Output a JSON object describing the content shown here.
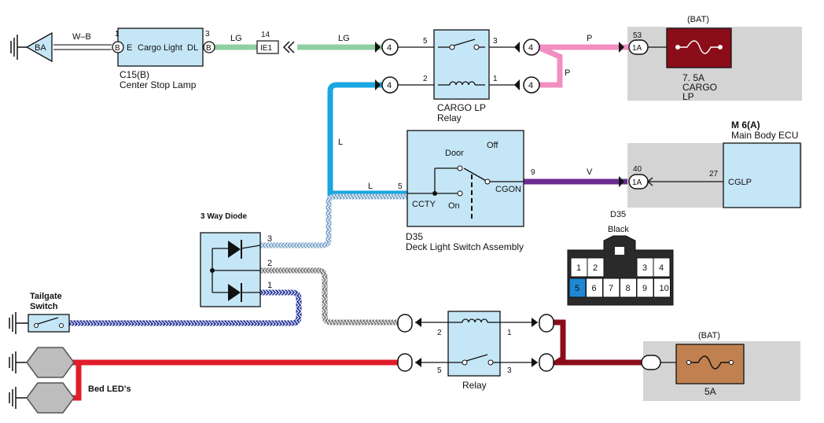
{
  "colors": {
    "wire_green": "#8fd0a0",
    "wire_pink": "#f28fc0",
    "wire_blue": "#1aa6e0",
    "wire_purple": "#6b2c91",
    "wire_red": "#e11d2a",
    "wire_darkred": "#8b0d1a",
    "wire_navy": "#2d3a9c",
    "wire_gray": "#8a8a8a",
    "component_fill": "#c5e6f6",
    "panel_gray": "#d4d4d4",
    "fuse_cargo": "#8b0d1a",
    "fuse_5a": "#c08050"
  },
  "ground": {
    "ba": "BA"
  },
  "lamp": {
    "title": "C15(B)",
    "subtitle": "Center Stop Lamp",
    "label_e": "E",
    "label_main": "Cargo Light",
    "label_dl": "DL",
    "pin1": "1",
    "pin3": "3",
    "conn_b": "B"
  },
  "wires": {
    "wb": "W–B",
    "lg1": "LG",
    "lg2": "LG",
    "p1": "P",
    "p2": "P",
    "l1": "L",
    "l2": "L",
    "v": "V"
  },
  "junction": {
    "pin": "14",
    "name": "IE1"
  },
  "connectors": {
    "four": "4",
    "onea": "1A"
  },
  "cargo_relay": {
    "name": "CARGO LP",
    "name2": "Relay",
    "pin5": "5",
    "pin3": "3",
    "pin2": "2",
    "pin1": "1"
  },
  "fuse_cargo": {
    "bat": "(BAT)",
    "pin": "53",
    "conn": "1A",
    "amps": "7. 5A",
    "name": "CARGO",
    "name2": "LP"
  },
  "ecu": {
    "title": "M 6(A)",
    "subtitle": "Main Body ECU",
    "pin40": "40",
    "conn": "1A",
    "pin27": "27",
    "terminal": "CGLP"
  },
  "deck_switch": {
    "title": "D35",
    "subtitle": "Deck Light Switch Assembly",
    "door": "Door",
    "off": "Off",
    "on": "On",
    "cgon": "CGON",
    "ccty": "CCTY",
    "pin9": "9",
    "pin5": "5"
  },
  "diode": {
    "title": "3 Way Diode",
    "pin3": "3",
    "pin2": "2",
    "pin1": "1"
  },
  "connector_d35": {
    "title": "D35",
    "color": "Black",
    "pins_top": [
      "1",
      "2",
      "3",
      "4"
    ],
    "pins_bottom": [
      "5",
      "6",
      "7",
      "8",
      "9",
      "10"
    ]
  },
  "tailgate": {
    "line1": "Tailgate",
    "line2": "Switch"
  },
  "bed_leds": {
    "label": "Bed LED's"
  },
  "relay2": {
    "name": "Relay",
    "pin2": "2",
    "pin1": "1",
    "pin5": "5",
    "pin3": "3"
  },
  "fuse_5a": {
    "bat": "(BAT)",
    "amps": "5A"
  }
}
